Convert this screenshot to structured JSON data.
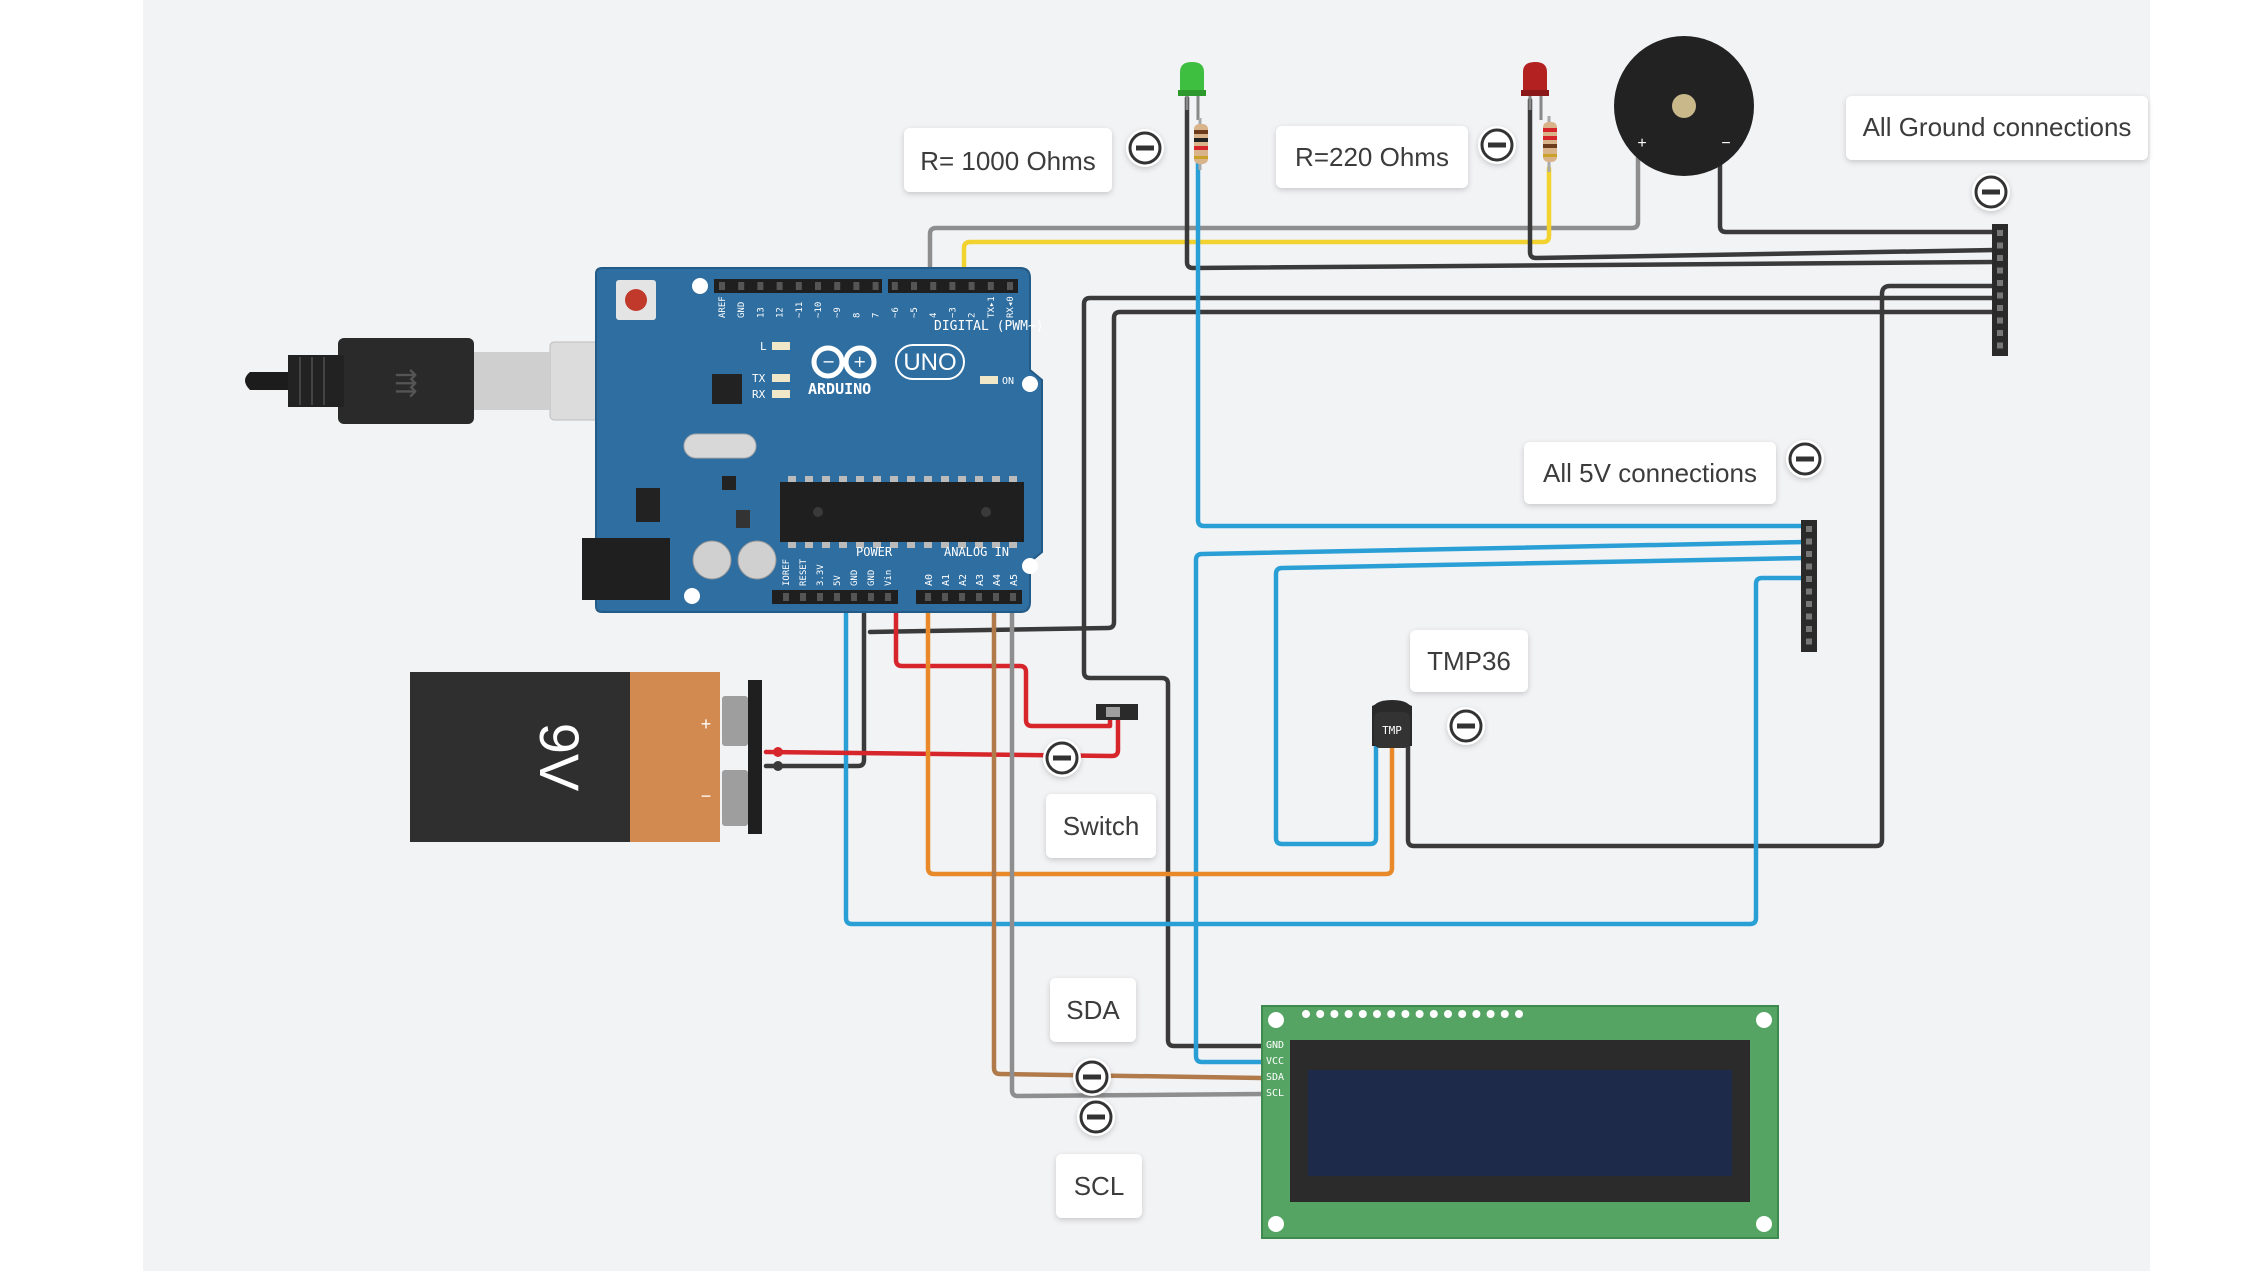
{
  "notes": {
    "r1000": "R= 1000 Ohms",
    "r220": "R=220 Ohms",
    "ground": "All Ground connections",
    "five_v": "All 5V connections",
    "tmp36": "TMP36",
    "switch": "Switch",
    "sda": "SDA",
    "scl": "SCL"
  },
  "battery": {
    "label": "9V",
    "plus": "+",
    "minus": "−"
  },
  "arduino": {
    "brand": "ARDUINO",
    "model": "UNO",
    "digital_header": "DIGITAL (PWM~)",
    "power_header": "POWER",
    "analog_header": "ANALOG IN",
    "on_label": "ON",
    "l_label": "L",
    "tx_label": "TX",
    "rx_label": "RX",
    "digital_pins": [
      "AREF",
      "GND",
      "13",
      "12",
      "~11",
      "~10",
      "~9",
      "8",
      "7",
      "~6",
      "~5",
      "4",
      "~3",
      "2",
      "TX▸1",
      "RX◂0"
    ],
    "power_pins": [
      "IOREF",
      "RESET",
      "3.3V",
      "5V",
      "GND",
      "GND",
      "Vin"
    ],
    "analog_pins": [
      "A0",
      "A1",
      "A2",
      "A3",
      "A4",
      "A5"
    ]
  },
  "tmp_chip": "TMP",
  "buzzer": {
    "plus": "+",
    "minus": "−"
  },
  "lcd_pins": [
    "GND",
    "VCC",
    "SDA",
    "SCL"
  ],
  "colors": {
    "background": "#f2f3f5",
    "board": "#2f6ea1",
    "wire_black": "#3a3a3a",
    "wire_gray": "#8e8e8e",
    "wire_yellow": "#f2d22e",
    "wire_blue": "#2a9fd6",
    "wire_red": "#d7262b",
    "wire_orange": "#e8892a",
    "wire_brown": "#b07a4a",
    "lcd_green": "#55a464",
    "lcd_screen": "#1e2a4a",
    "battery_orange": "#d38a50"
  }
}
